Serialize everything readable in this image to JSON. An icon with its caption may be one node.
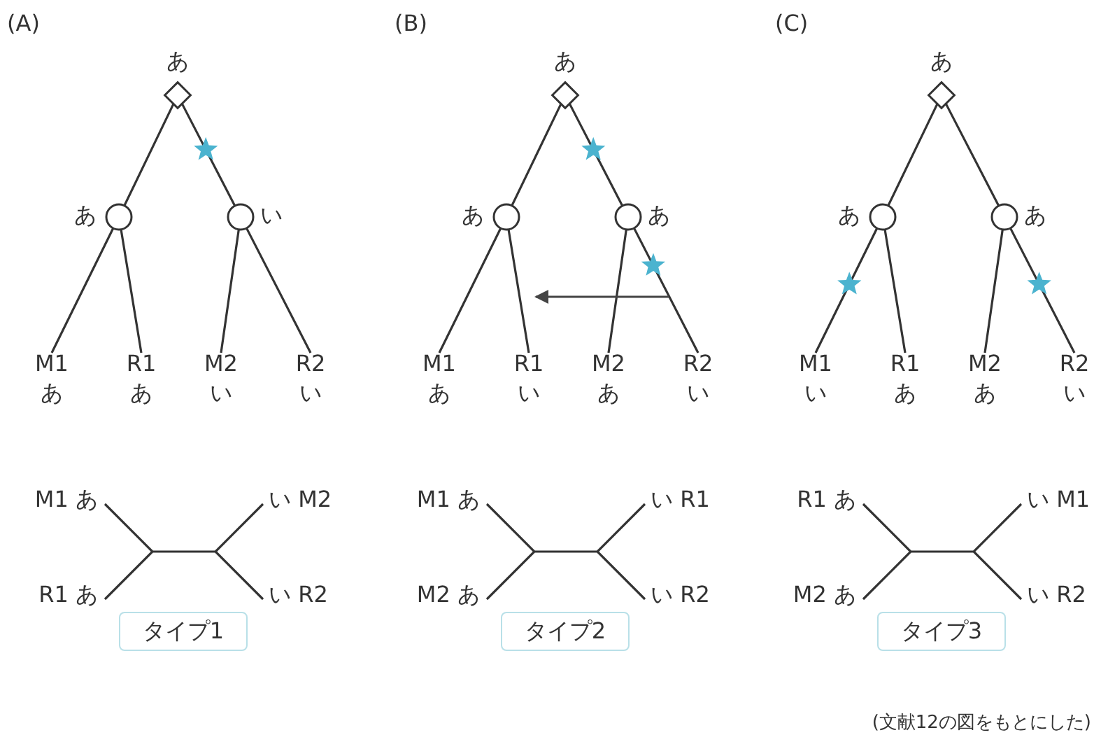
{
  "diagram": {
    "caption": "(文献12の図をもとにした)",
    "nodes": [
      {
        "text": [],
        "shape": "diamond",
        "beside": [
          "あ"
        ]
      },
      {
        "text": [],
        "shape": "circle",
        "beside": [
          "あ"
        ]
      },
      {
        "text": [],
        "shape": "circle",
        "beside": [
          "い"
        ]
      },
      {
        "text": [
          "M1",
          "あ"
        ]
      },
      {
        "text": [
          "R1",
          "あ"
        ]
      },
      {
        "text": [
          "M2",
          "い"
        ]
      },
      {
        "text": [
          "R2",
          "い"
        ]
      },
      {
        "text": [],
        "shape": "diamond",
        "beside": [
          "あ"
        ]
      },
      {
        "text": [],
        "shape": "circle",
        "beside": [
          "あ"
        ]
      },
      {
        "text": [],
        "shape": "circle",
        "beside": [
          "あ"
        ]
      },
      {
        "text": [
          "M1",
          "あ"
        ]
      },
      {
        "text": [
          "R1",
          "い"
        ]
      },
      {
        "text": [
          "M2",
          "あ"
        ]
      },
      {
        "text": [
          "R2",
          "い"
        ]
      },
      {
        "text": [],
        "shape": "diamond",
        "beside": [
          "あ"
        ]
      },
      {
        "text": [],
        "shape": "circle",
        "beside": [
          "あ"
        ]
      },
      {
        "text": [],
        "shape": "circle",
        "beside": [
          "あ"
        ]
      },
      {
        "text": [
          "M1",
          "い"
        ]
      },
      {
        "text": [
          "R1",
          "あ"
        ]
      },
      {
        "text": [
          "M2",
          "あ"
        ]
      },
      {
        "text": [
          "R2",
          "い"
        ]
      },
      {
        "text": [
          "タイプ1"
        ]
      },
      {
        "text": [
          "タイプ2"
        ]
      },
      {
        "text": [
          "タイプ3"
        ]
      }
    ],
    "edges": [
      {
        "from": 0,
        "to": 1,
        "arrow": "none"
      },
      {
        "from": 0,
        "to": 2,
        "arrow": "none"
      },
      {
        "from": 1,
        "to": 3,
        "arrow": "none"
      },
      {
        "from": 1,
        "to": 4,
        "arrow": "none"
      },
      {
        "from": 2,
        "to": 5,
        "arrow": "none"
      },
      {
        "from": 2,
        "to": 6,
        "arrow": "none"
      },
      {
        "from": 7,
        "to": 8,
        "arrow": "none"
      },
      {
        "from": 7,
        "to": 9,
        "arrow": "none"
      },
      {
        "from": 8,
        "to": 10,
        "arrow": "none"
      },
      {
        "from": 8,
        "to": 11,
        "arrow": "none"
      },
      {
        "from": 9,
        "to": 12,
        "arrow": "none"
      },
      {
        "from": 9,
        "to": 13,
        "arrow": "none"
      },
      {
        "from": 14,
        "to": 15,
        "arrow": "none"
      },
      {
        "from": 14,
        "to": 16,
        "arrow": "none"
      },
      {
        "from": 15,
        "to": 17,
        "arrow": "none"
      },
      {
        "from": 15,
        "to": 18,
        "arrow": "none"
      },
      {
        "from": 16,
        "to": 19,
        "arrow": "none"
      },
      {
        "from": 16,
        "to": 20,
        "arrow": "none"
      }
    ],
    "labels": [
      "(A)",
      "(B)",
      "(C)",
      "M1 あ",
      "い M2",
      "R1 あ",
      "い R2",
      "M1 あ",
      "い R1",
      "M2 あ",
      "い R2",
      "R1 あ",
      "い M1",
      "M2 あ",
      "い R2"
    ]
  }
}
